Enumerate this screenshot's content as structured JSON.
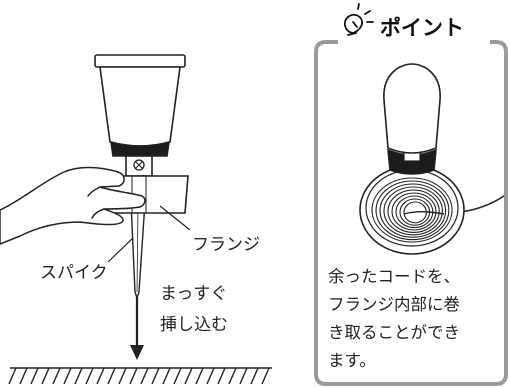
{
  "labels": {
    "flange": "フランジ",
    "spike": "スパイク",
    "insert_line1": "まっすぐ",
    "insert_line2": "挿し込む"
  },
  "point": {
    "title": "ポイント",
    "icon": "lightbulb-icon",
    "text_lines": [
      "余ったコードを、",
      "フランジ内部に巻",
      "き取ることができ",
      "ます。"
    ]
  },
  "colors": {
    "line": "#222222",
    "frame": "#9a9a9a",
    "lamp_dark": "#1c1c1c"
  }
}
